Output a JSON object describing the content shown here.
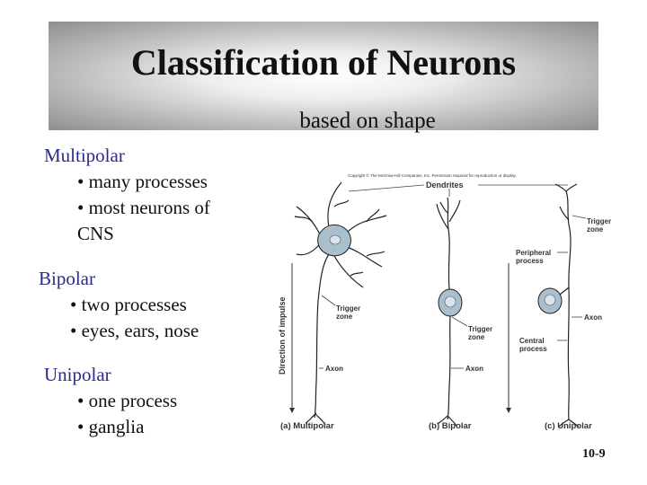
{
  "slide": {
    "title": "Classification of Neurons",
    "subtitle": "based on shape",
    "page_number": "10-9"
  },
  "sections": [
    {
      "heading": "Multipolar",
      "bullets": [
        "• many processes",
        "• most neurons of",
        "CNS"
      ]
    },
    {
      "heading": "Bipolar",
      "bullets": [
        "• two processes",
        "• eyes, ears, nose"
      ]
    },
    {
      "heading": "Unipolar",
      "bullets": [
        "• one process",
        "• ganglia"
      ]
    }
  ],
  "figure": {
    "copyright": "Copyright © The McGraw-Hill Companies, Inc. Permission required for reproduction or display.",
    "labels": {
      "dendrites": "Dendrites",
      "trigger_zone_right": [
        "Trigger",
        "zone"
      ],
      "peripheral_process": [
        "Peripheral",
        "process"
      ],
      "trigger_zone_left": [
        "Trigger",
        "zone"
      ],
      "trigger_zone_mid": [
        "Trigger",
        "zone"
      ],
      "axon_right": "Axon",
      "central_process": [
        "Central",
        "process"
      ],
      "axon_left": "Axon",
      "axon_mid": "Axon",
      "direction": "Direction of impulse"
    },
    "captions": {
      "multipolar": "(a) Multipolar",
      "bipolar": "(b) Bipolar",
      "unipolar": "(c) Unipolar"
    },
    "colors": {
      "cell_body": "#a9bfcd",
      "nucleus": "#d9e4ec",
      "outline": "#222222"
    }
  }
}
